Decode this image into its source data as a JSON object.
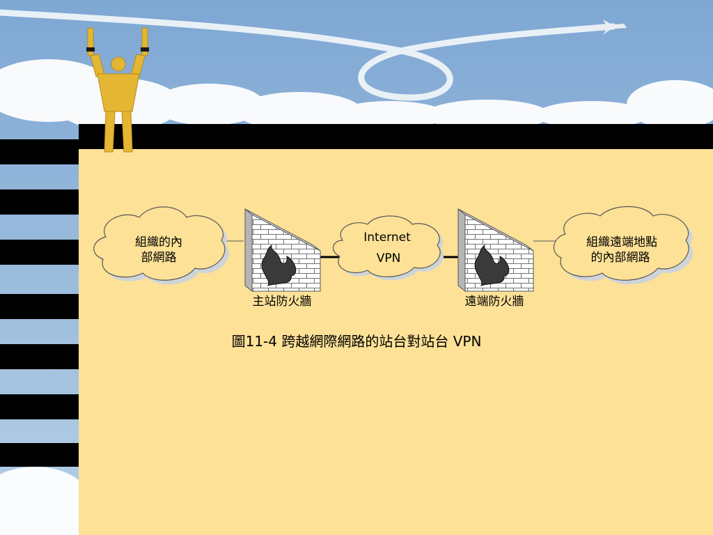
{
  "diagram": {
    "left_network": [
      "組織的內",
      "部網路"
    ],
    "right_network": [
      "組織遠端地點",
      "的內部網路"
    ],
    "internet_label": "Internet",
    "vpn_label": "VPN",
    "main_firewall_label": "主站防火牆",
    "remote_firewall_label": "遠端防火牆"
  },
  "caption": "圖11-4 跨越網際網路的站台對站台 VPN",
  "colors": {
    "panel": "#fde197",
    "figure": "#e5b634",
    "sky": "#8fb4d8"
  }
}
